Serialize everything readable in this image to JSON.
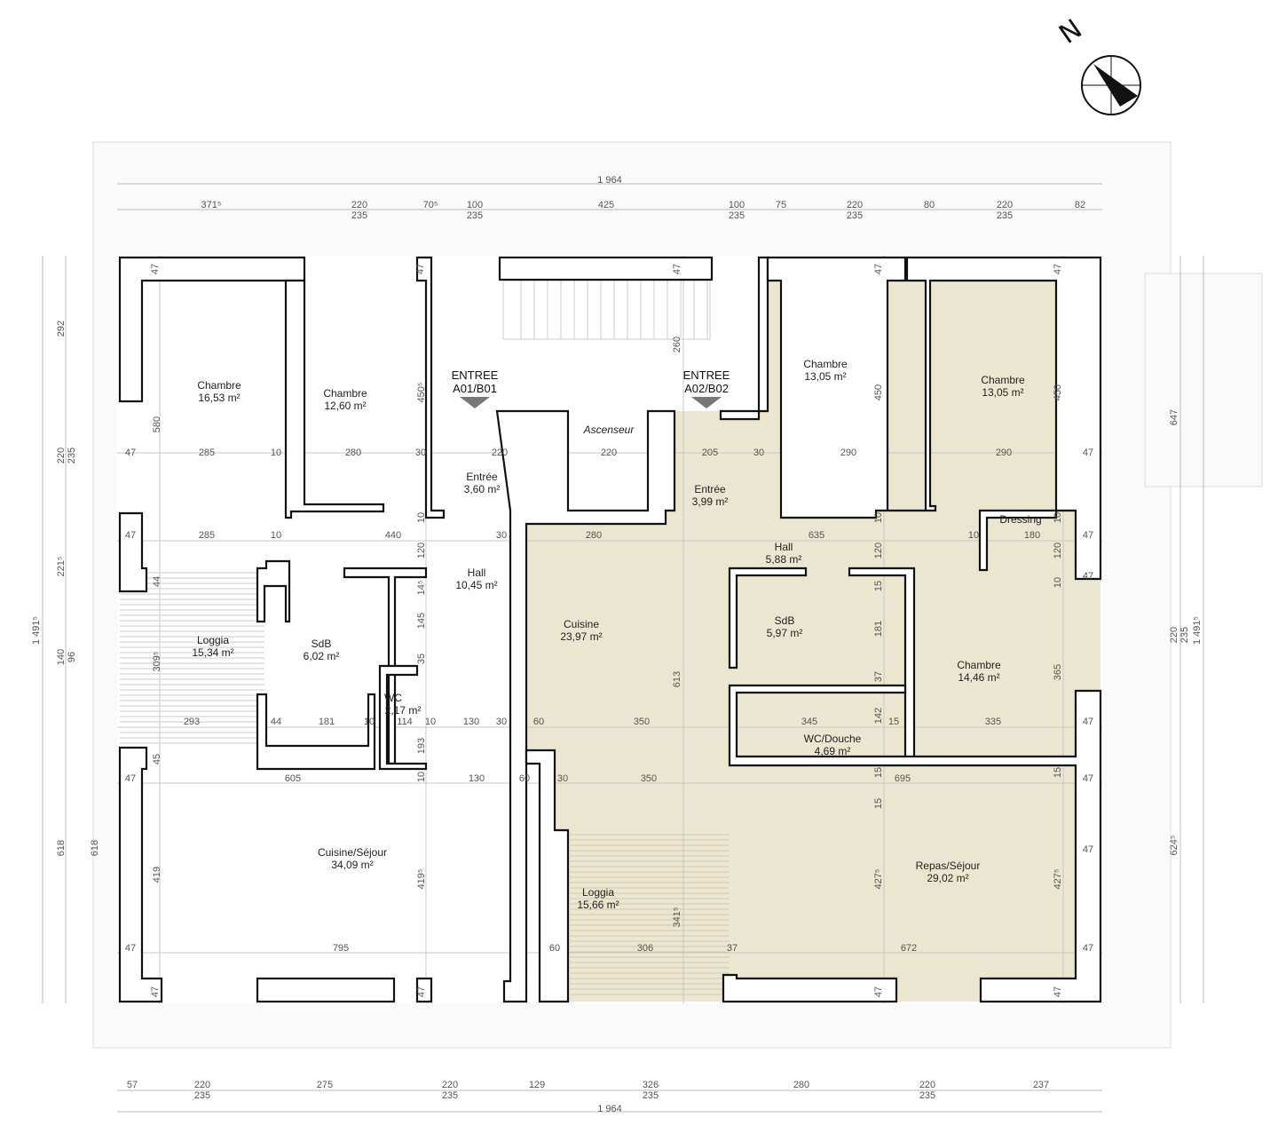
{
  "compass": {
    "label": "N"
  },
  "colors": {
    "unit_b_fill": "#ebe6cf",
    "wall": "#111111",
    "dimension": "#555555"
  },
  "rooms": [
    {
      "name": "Chambre",
      "area": "16,53 m²"
    },
    {
      "name": "Chambre",
      "area": "12,60 m²"
    },
    {
      "name": "Entrée",
      "area": "3,60 m²"
    },
    {
      "name": "Entrée",
      "area": "3,99 m²"
    },
    {
      "name": "Chambre",
      "area": "13,05 m²"
    },
    {
      "name": "Chambre",
      "area": "13,05 m²"
    },
    {
      "name": "Hall",
      "area": "5,88 m²"
    },
    {
      "name": "Hall",
      "area": "10,45 m²"
    },
    {
      "name": "Cuisine",
      "area": "23,97 m²"
    },
    {
      "name": "SdB",
      "area": "5,97 m²"
    },
    {
      "name": "Loggia",
      "area": "15,34 m²"
    },
    {
      "name": "SdB",
      "area": "6,02 m²"
    },
    {
      "name": "WC",
      "area": "2,17 m²"
    },
    {
      "name": "Chambre",
      "area": "14,46 m²"
    },
    {
      "name": "WC/Douche",
      "area": "4,69 m²"
    },
    {
      "name": "Cuisine/Séjour",
      "area": "34,09 m²"
    },
    {
      "name": "Repas/Séjour",
      "area": "29,02 m²"
    },
    {
      "name": "Loggia",
      "area": "15,66 m²"
    }
  ],
  "single_labels": {
    "dressing": "Dressing",
    "ascenseur": "Ascenseur"
  },
  "entrances": [
    {
      "title": "ENTREE",
      "code": "A01/B01"
    },
    {
      "title": "ENTREE",
      "code": "A02/B02"
    }
  ],
  "dimensions": {
    "top_total": "1 964",
    "top_chain": [
      "371⁵",
      "220",
      "235",
      "70⁵",
      "100",
      "235",
      "425",
      "100",
      "235",
      "75",
      "220",
      "235",
      "80",
      "220",
      "235",
      "82"
    ],
    "bottom_chain": [
      "57",
      "220",
      "235",
      "275",
      "220",
      "235",
      "129",
      "326",
      "235",
      "280",
      "220",
      "235",
      "237"
    ],
    "bottom_total": "1 964",
    "left_chain": [
      "292",
      "220",
      "235",
      "221⁵",
      "140",
      "96",
      "618"
    ],
    "left_total": "1 491⁵",
    "right_chain": [
      "647",
      "220",
      "235",
      "624⁵"
    ],
    "right_total": "1 491⁵",
    "interior": [
      "47",
      "47",
      "47",
      "47",
      "47",
      "47",
      "580",
      "450⁵",
      "260",
      "450",
      "450",
      "47",
      "285",
      "10",
      "280",
      "30",
      "220",
      "220",
      "205",
      "30",
      "290",
      "10",
      "290",
      "47",
      "47",
      "285",
      "10",
      "440",
      "30",
      "280",
      "635",
      "10",
      "180",
      "47",
      "10",
      "120",
      "120",
      "10",
      "44",
      "14⁵",
      "145",
      "15",
      "181",
      "120",
      "10",
      "309⁵",
      "613",
      "365",
      "35",
      "37",
      "142",
      "15",
      "345",
      "15",
      "335",
      "47",
      "293",
      "44",
      "181",
      "10",
      "114",
      "10",
      "130",
      "30",
      "60",
      "350",
      "47",
      "45",
      "193",
      "10",
      "15",
      "15",
      "47",
      "605",
      "130",
      "60",
      "30",
      "350",
      "695",
      "47",
      "618",
      "419",
      "419⁵",
      "427⁵",
      "427⁵",
      "341⁵",
      "47",
      "795",
      "60",
      "306",
      "37",
      "672",
      "47",
      "47",
      "47",
      "47",
      "47"
    ]
  }
}
